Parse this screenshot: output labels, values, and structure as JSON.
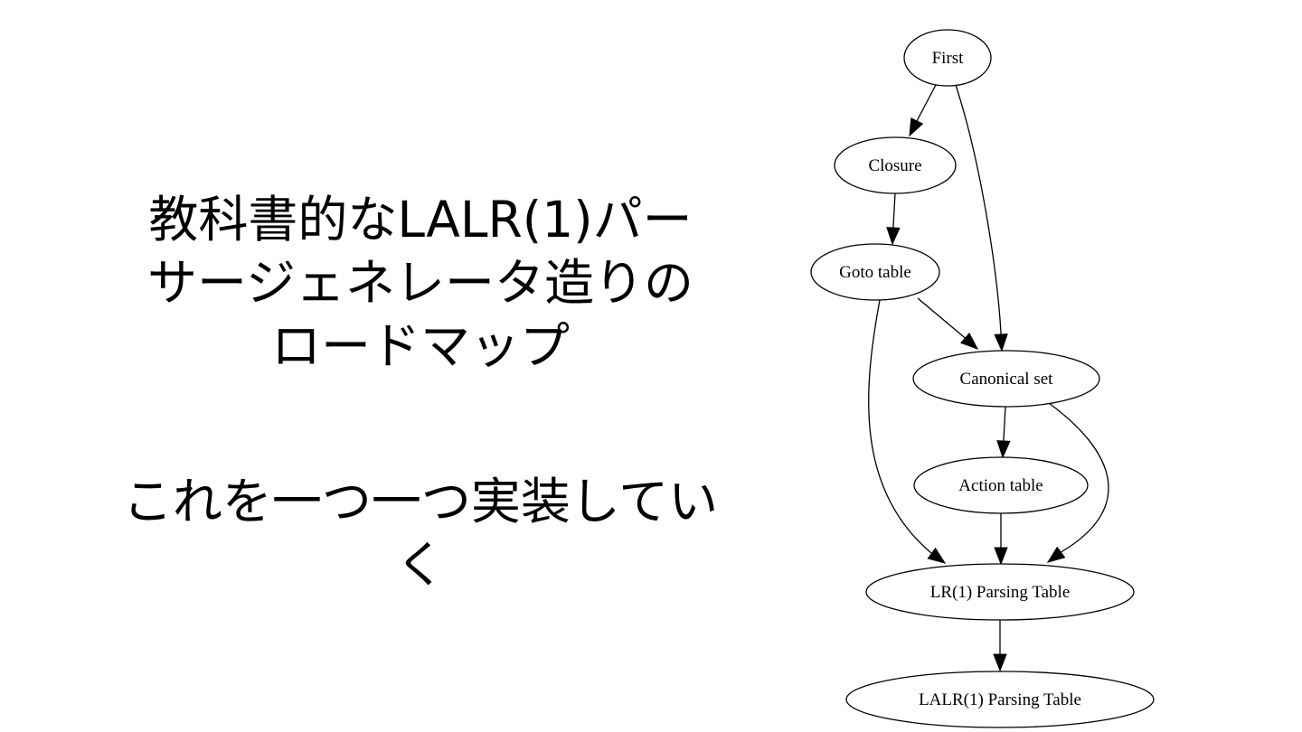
{
  "slide": {
    "title_lines": [
      "教科書的なLALR(1)パー",
      "サージェネレータ造りの",
      "ロードマップ"
    ],
    "subtitle_lines": [
      "これを一つ一つ実装してい",
      "く"
    ]
  },
  "diagram": {
    "nodes": [
      {
        "id": "first",
        "label": "First"
      },
      {
        "id": "closure",
        "label": "Closure"
      },
      {
        "id": "goto",
        "label": "Goto table"
      },
      {
        "id": "canonical",
        "label": "Canonical set"
      },
      {
        "id": "action",
        "label": "Action table"
      },
      {
        "id": "lr1",
        "label": "LR(1) Parsing Table"
      },
      {
        "id": "lalr1",
        "label": "LALR(1) Parsing Table"
      }
    ],
    "edges": [
      {
        "from": "first",
        "to": "closure"
      },
      {
        "from": "first",
        "to": "canonical"
      },
      {
        "from": "closure",
        "to": "goto"
      },
      {
        "from": "goto",
        "to": "canonical"
      },
      {
        "from": "goto",
        "to": "lr1"
      },
      {
        "from": "canonical",
        "to": "action"
      },
      {
        "from": "canonical",
        "to": "lr1"
      },
      {
        "from": "action",
        "to": "lr1"
      },
      {
        "from": "lr1",
        "to": "lalr1"
      }
    ]
  }
}
